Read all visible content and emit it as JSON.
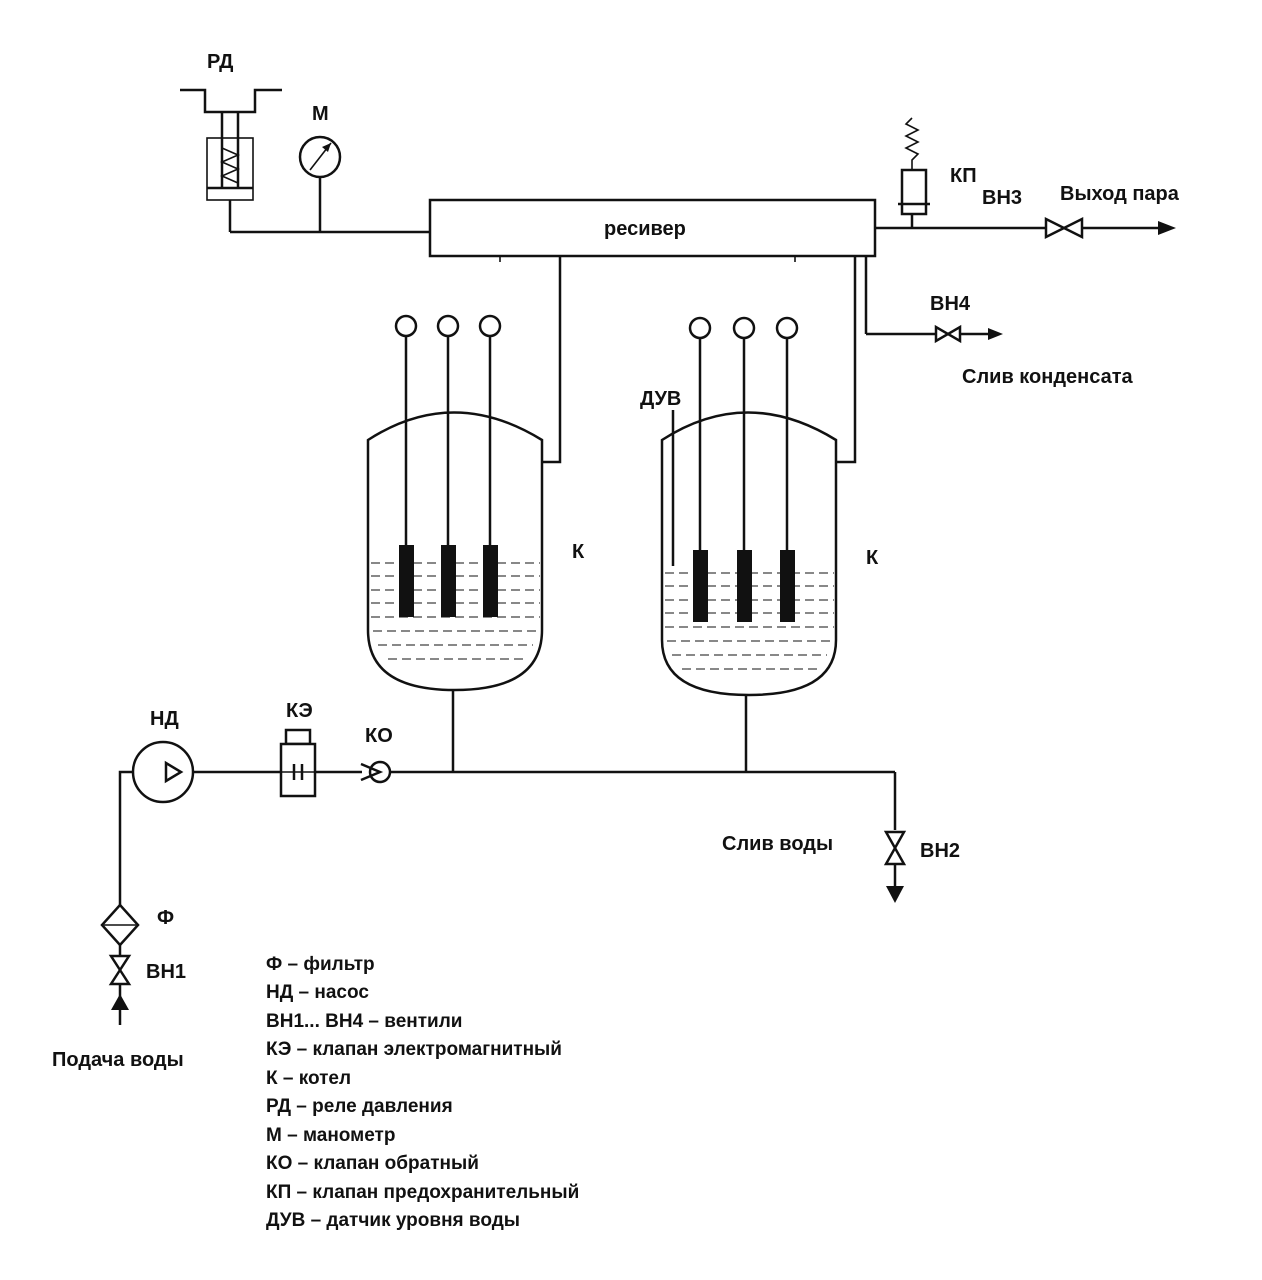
{
  "labels": {
    "rd": "РД",
    "m": "М",
    "kp": "КП",
    "vn3": "ВН3",
    "steam_out": "Выход пара",
    "receiver": "ресивер",
    "vn4": "ВН4",
    "condensate": "Слив конденсата",
    "duv": "ДУВ",
    "k1": "К",
    "k2": "К",
    "nd": "НД",
    "ke": "КЭ",
    "ko": "КО",
    "water_drain": "Слив воды",
    "vn2": "ВН2",
    "f": "Ф",
    "vn1": "ВН1",
    "water_in": "Подача воды"
  },
  "legend": [
    "Ф – фильтр",
    "НД – насос",
    "ВН1... ВН4 – вентили",
    "КЭ – клапан электромагнитный",
    "К – котел",
    "РД – реле давления",
    "М – манометр",
    "КО – клапан обратный",
    "КП – клапан предохранительный",
    "ДУВ – датчик уровня воды"
  ]
}
